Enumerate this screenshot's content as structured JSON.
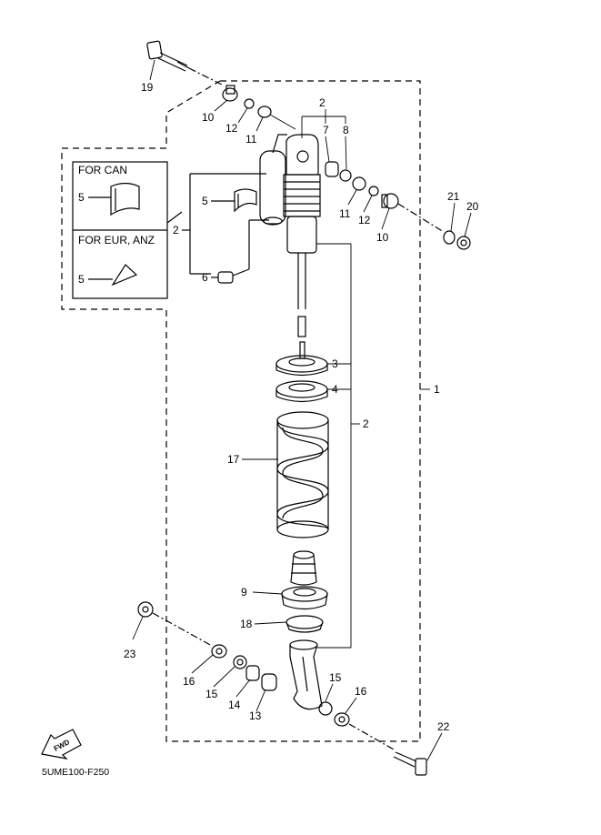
{
  "variants": {
    "can_label": "FOR CAN",
    "eur_label": "FOR EUR, ANZ",
    "can_part": "5",
    "eur_part": "5"
  },
  "callouts": {
    "c1": "1",
    "c2_top": "2",
    "c2_mid": "2",
    "c2_left": "2",
    "c3": "3",
    "c4": "4",
    "c5": "5",
    "c6": "6",
    "c7": "7",
    "c8": "8",
    "c9": "9",
    "c10_left": "10",
    "c10_right": "10",
    "c11_left": "11",
    "c11_right": "11",
    "c12_left": "12",
    "c12_right": "12",
    "c13": "13",
    "c14": "14",
    "c15_left": "15",
    "c15_right": "15",
    "c16_left": "16",
    "c16_right": "16",
    "c17": "17",
    "c18": "18",
    "c19": "19",
    "c20": "20",
    "c21": "21",
    "c22": "22",
    "c23": "23"
  },
  "fwd_label": "FWD",
  "diagram_code": "5UME100-F250"
}
